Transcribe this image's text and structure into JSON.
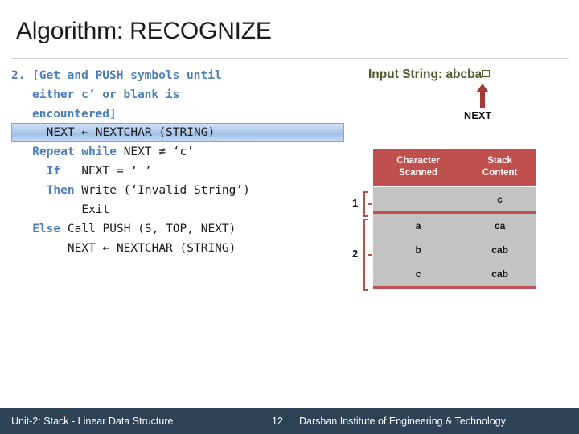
{
  "slide": {
    "title": "Algorithm: RECOGNIZE"
  },
  "algorithm": {
    "step_number": "2.",
    "step_lines": [
      "[Get and PUSH symbols until",
      "either c’ or blank is",
      "encountered]"
    ],
    "code_lines": [
      {
        "indent": "     ",
        "keyword": "",
        "rest": "NEXT ← NEXTCHAR (STRING)",
        "highlighted": true
      },
      {
        "indent": "   ",
        "keyword": "Repeat while",
        "rest": " NEXT ≠ ‘c’",
        "highlighted": false
      },
      {
        "indent": "     ",
        "keyword": "If",
        "rest": "   NEXT = ‘ ’",
        "highlighted": false
      },
      {
        "indent": "     ",
        "keyword": "Then",
        "rest": " Write (‘Invalid String’)",
        "highlighted": false
      },
      {
        "indent": "          ",
        "keyword": "",
        "rest": "Exit",
        "highlighted": false
      },
      {
        "indent": "   ",
        "keyword": "Else",
        "rest": " Call PUSH (S, TOP, NEXT)",
        "highlighted": false
      },
      {
        "indent": "        ",
        "keyword": "",
        "rest": "NEXT ← NEXTCHAR (STRING)",
        "highlighted": false
      }
    ]
  },
  "input": {
    "label": "Input String:",
    "string": "abcba",
    "blank_symbol": "□",
    "pointer_label": "NEXT"
  },
  "trace_table": {
    "headers": [
      {
        "line1": "Character",
        "line2": "Scanned"
      },
      {
        "line1": "Stack",
        "line2": "Content"
      }
    ],
    "rows": [
      {
        "character": "",
        "stack": "c"
      },
      {
        "character": "a",
        "stack": "ca"
      },
      {
        "character": "b",
        "stack": "cab"
      },
      {
        "character": "c",
        "stack": "cab"
      }
    ],
    "brackets": [
      {
        "number": "1"
      },
      {
        "number": "2"
      }
    ]
  },
  "footer": {
    "left": "Unit-2: Stack - Linear Data Structure",
    "page": "12",
    "right": "Darshan Institute of Engineering & Technology"
  },
  "colors": {
    "keyword_blue": "#4a7ebb",
    "table_header_red": "#c0504d",
    "table_body_gray": "#c3c3c3",
    "input_green": "#4c5b2b",
    "arrow_red": "#a33a33",
    "footer_navy": "#2e4257"
  }
}
